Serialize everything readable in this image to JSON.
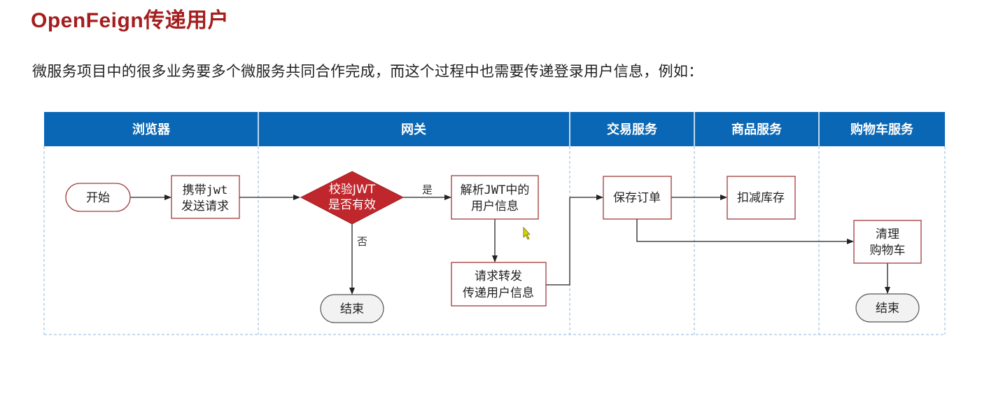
{
  "title": "OpenFeign传递用户",
  "subtitle": "微服务项目中的很多业务要多个微服务共同合作完成，而这个过程中也需要传递登录用户信息，例如：",
  "lanes": [
    "浏览器",
    "网关",
    "交易服务",
    "商品服务",
    "购物车服务"
  ],
  "nodes": {
    "start": "开始",
    "carry_jwt_1": "携带jwt",
    "carry_jwt_2": "发送请求",
    "check_jwt_1": "校验JWT",
    "check_jwt_2": "是否有效",
    "parse_jwt_1": "解析JWT中的",
    "parse_jwt_2": "用户信息",
    "forward_1": "请求转发",
    "forward_2": "传递用户信息",
    "end_gateway": "结束",
    "save_order": "保存订单",
    "deduct_stock": "扣减库存",
    "clear_cart_1": "清理",
    "clear_cart_2": "购物车",
    "end_cart": "结束"
  },
  "edge_labels": {
    "yes": "是",
    "no": "否"
  }
}
